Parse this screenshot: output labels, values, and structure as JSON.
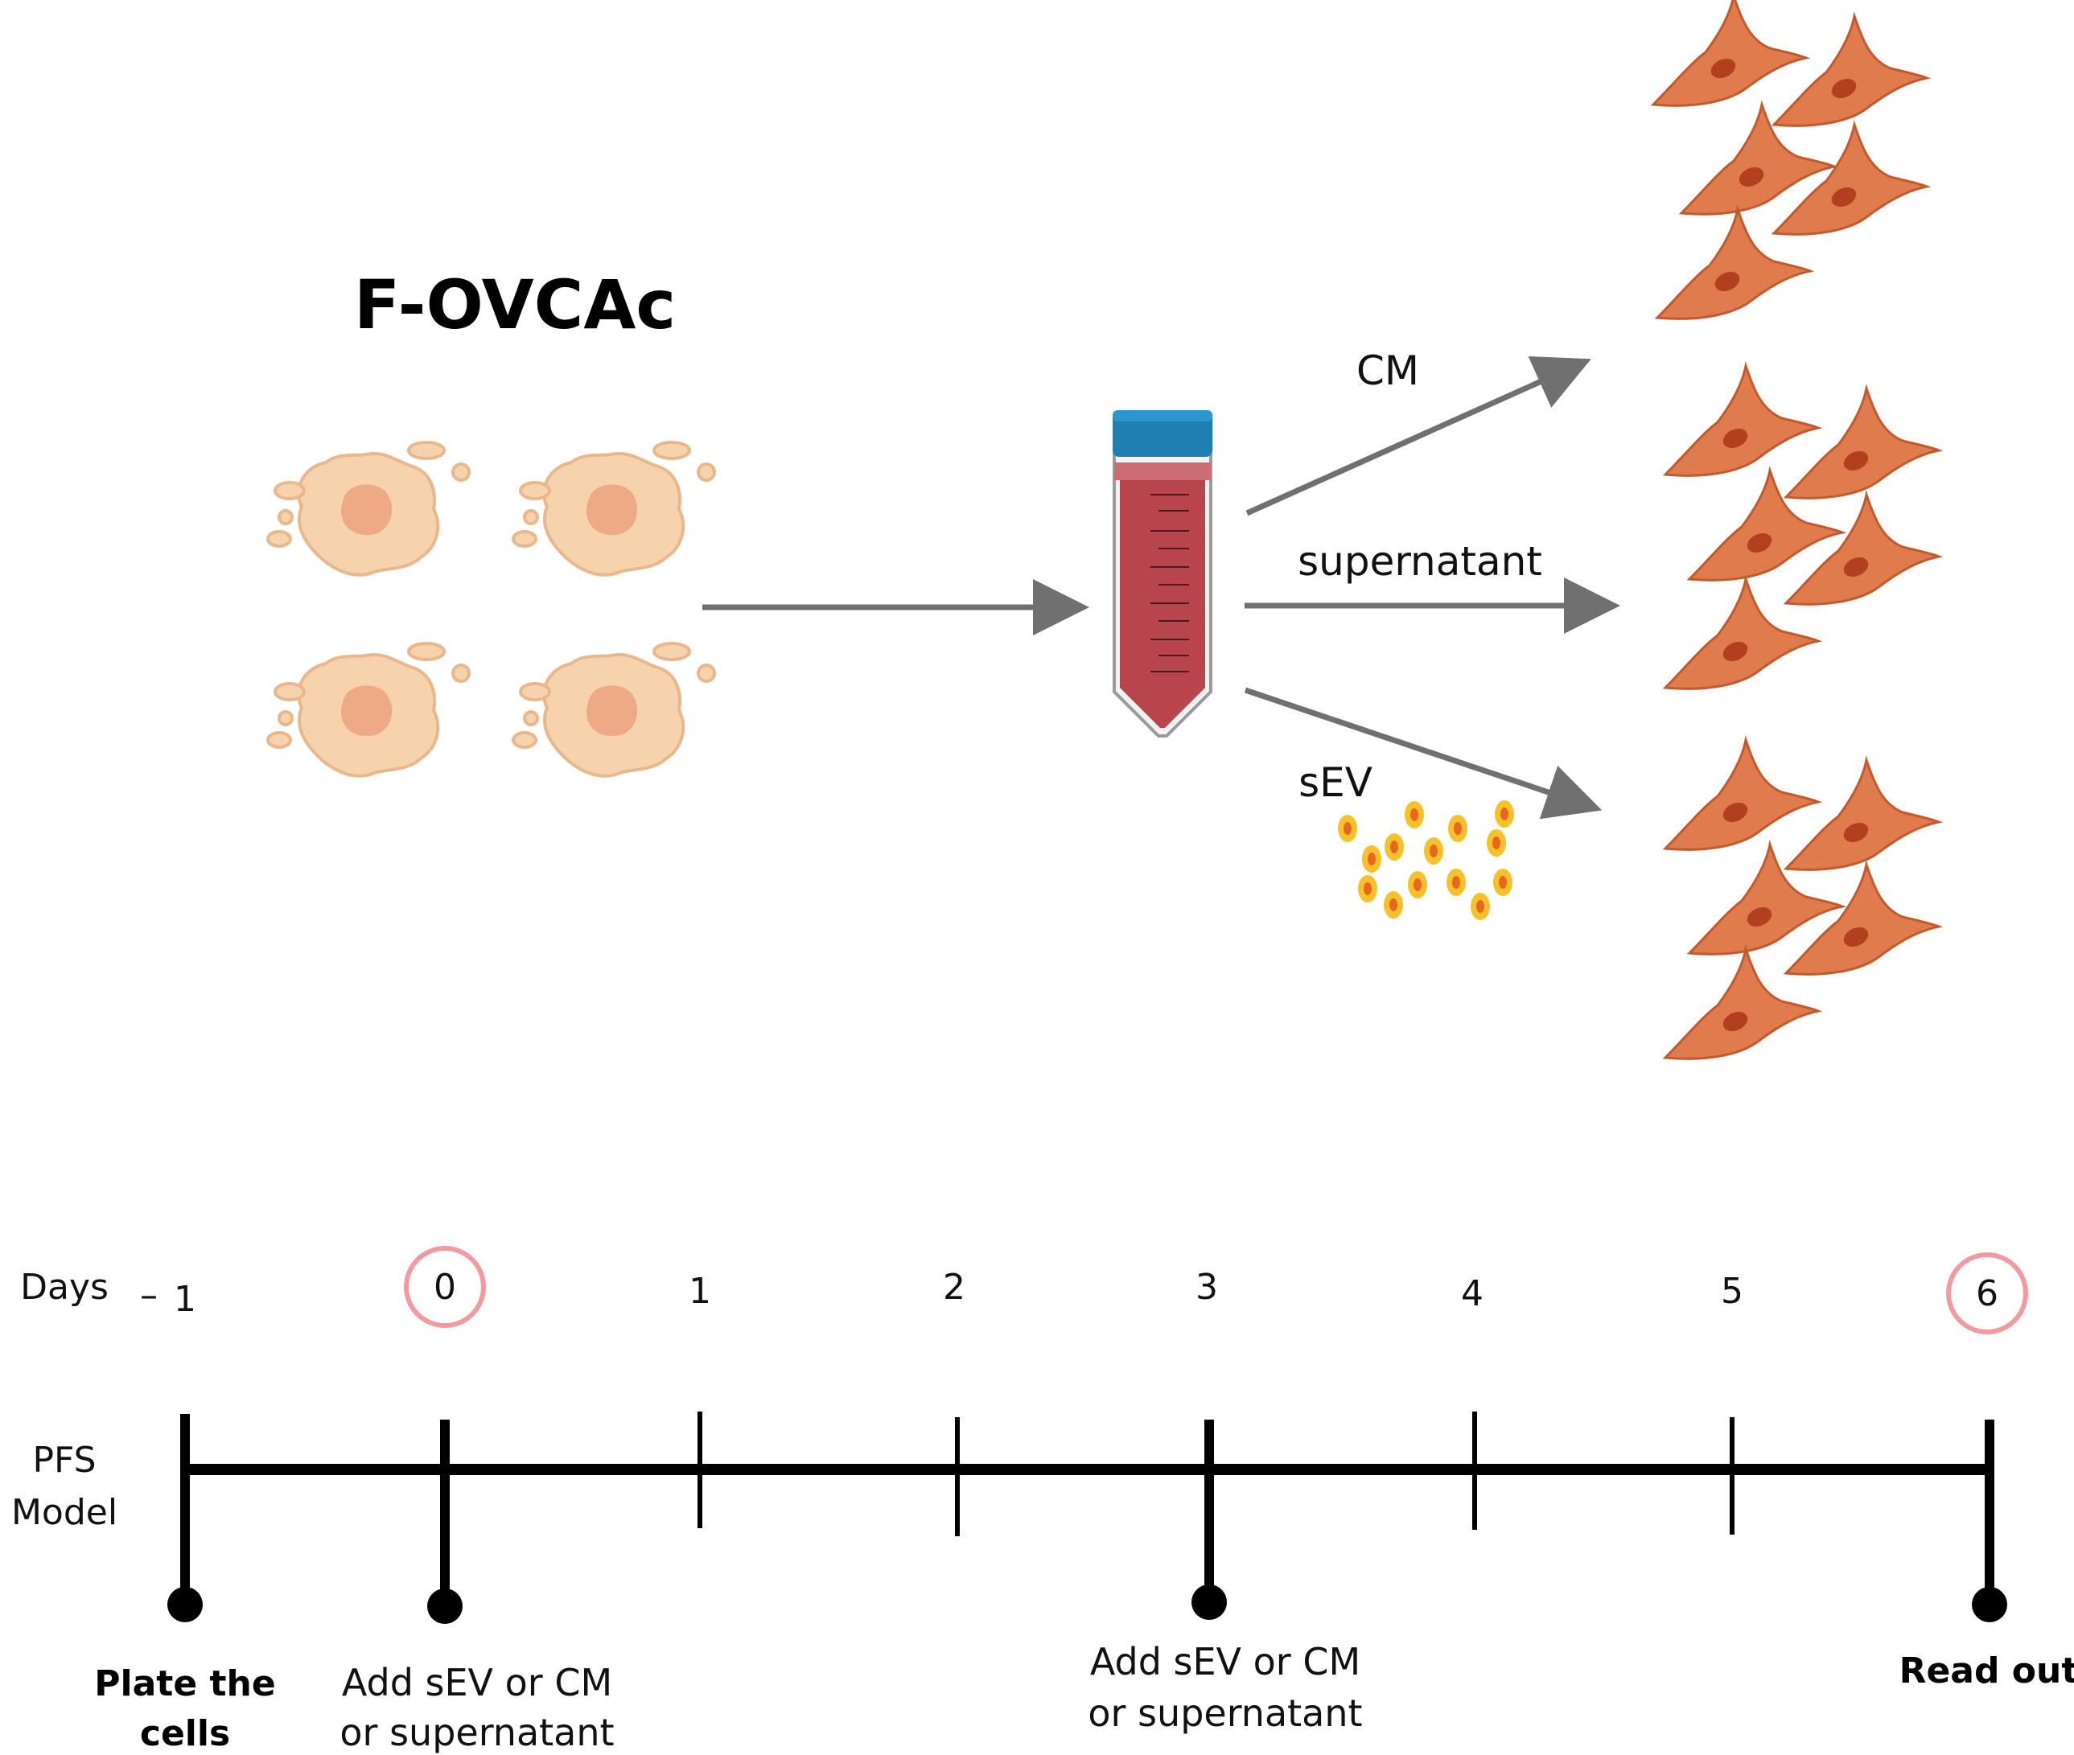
{
  "title": "F-OVCAc",
  "arrows": {
    "cm": "CM",
    "supernatant": "supernatant",
    "sev": "sEV"
  },
  "timeline": {
    "days_label": "Days",
    "row_label_line1": "PFS",
    "row_label_line2": "Model",
    "day_minus_sign": "–",
    "days": [
      "1",
      "0",
      "1",
      "2",
      "3",
      "4",
      "5",
      "6"
    ],
    "highlighted_days": [
      "0",
      "6"
    ],
    "events": {
      "plate_line1": "Plate the",
      "plate_line2": "cells",
      "add0_line1": "Add sEV or CM",
      "add0_line2": "or supernatant",
      "add3_line1": "Add sEV or CM",
      "add3_line2": "or supernatant",
      "readout": "Read out"
    }
  },
  "colors": {
    "blob_fill": "#f7d3ad",
    "blob_stroke": "#e8b88c",
    "blob_nucleus": "#eeaa86",
    "cell_fill": "#e07b4e",
    "cell_stroke": "#c25a2e",
    "cell_nucleus": "#b2401e",
    "arrow": "#707070",
    "tube_cap": "#1f7fb3",
    "tube_liquid": "#b8454e",
    "vesicle_fill": "#f7c12c",
    "vesicle_core": "#e8661e",
    "circle_highlight": "#f29aa0"
  }
}
